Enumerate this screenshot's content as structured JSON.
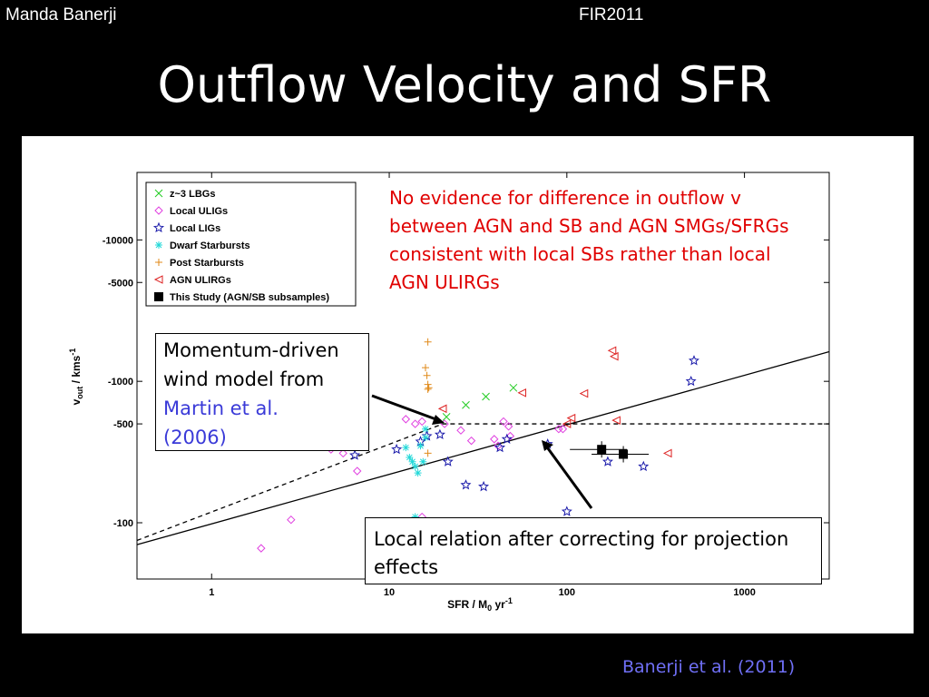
{
  "header": {
    "author": "Manda Banerji",
    "conference": "FIR2011"
  },
  "slide": {
    "title": "Outflow Velocity and SFR",
    "citation": "Banerji et al. (2011)",
    "note": "No evidence for difference in outflow v between AGN and SB and AGN SMGs/SFRGs consistent with local SBs rather than local AGN ULIRGs",
    "callout_momentum": {
      "line1": "Momentum-driven",
      "line2": "wind model from",
      "link": "Martin et al.",
      "year": "(2006)"
    },
    "callout_local": "Local relation after correcting for projection effects"
  },
  "chart_data": {
    "type": "scatter",
    "title": "",
    "xlabel": "SFR / M",
    "xlabel_sub": "0",
    "xlabel_unit": " yr",
    "xlabel_sup": "-1",
    "ylabel": "v",
    "ylabel_sub": "out",
    "ylabel_unit": " / kms",
    "ylabel_sup": "-1",
    "xscale": "log",
    "yscale": "log (plotted as -v)",
    "xlim": [
      0.38,
      3000
    ],
    "ylim": [
      -40,
      -30000
    ],
    "xticks": [
      1,
      10,
      100,
      1000
    ],
    "xtick_labels": [
      "1",
      "10",
      "100",
      "1000"
    ],
    "yticks": [
      -10000,
      -5000,
      -1000,
      -500,
      -100
    ],
    "ytick_labels": [
      "-10000",
      "-5000",
      "-1000",
      "-500",
      "-100"
    ],
    "legend_position": "top-left",
    "colors": {
      "lbg": "#22cc22",
      "uli": "#e040e0",
      "lig": "#1a1aaa",
      "dwarf": "#22d8d8",
      "post": "#e08a1a",
      "agn": "#dd2222",
      "study": "#000000"
    },
    "series": [
      {
        "name": "z~3 LBGs",
        "marker": "x",
        "color": "#22cc22",
        "points": [
          [
            21,
            -560
          ],
          [
            27,
            -680
          ],
          [
            35,
            -780
          ],
          [
            50,
            -900
          ]
        ]
      },
      {
        "name": "Local ULIGs",
        "marker": "diamond",
        "color": "#e040e0",
        "points": [
          [
            1.9,
            -66
          ],
          [
            2.8,
            -105
          ],
          [
            4.7,
            -330
          ],
          [
            5.5,
            -310
          ],
          [
            6.6,
            -232
          ],
          [
            12.4,
            -540
          ],
          [
            14,
            -500
          ],
          [
            15.3,
            -520
          ],
          [
            15.3,
            -110
          ],
          [
            20.5,
            -500
          ],
          [
            25.3,
            -450
          ],
          [
            29,
            -380
          ],
          [
            39,
            -390
          ],
          [
            41,
            -350
          ],
          [
            44,
            -520
          ],
          [
            47,
            -480
          ],
          [
            48,
            -410
          ],
          [
            90,
            -460
          ],
          [
            95,
            -460
          ]
        ]
      },
      {
        "name": "Local LIGs",
        "marker": "star",
        "color": "#1a1aaa",
        "points": [
          [
            6.4,
            -300
          ],
          [
            11,
            -330
          ],
          [
            15,
            -375
          ],
          [
            16.3,
            -410
          ],
          [
            19.3,
            -420
          ],
          [
            21.4,
            -270
          ],
          [
            27,
            -185
          ],
          [
            34,
            -180
          ],
          [
            42,
            -340
          ],
          [
            46,
            -390
          ],
          [
            78,
            -360
          ],
          [
            100,
            -120
          ],
          [
            170,
            -270
          ],
          [
            270,
            -250
          ],
          [
            500,
            -1000
          ],
          [
            520,
            -1400
          ]
        ]
      },
      {
        "name": "Dwarf Starbursts",
        "marker": "asterisk",
        "color": "#22d8d8",
        "points": [
          [
            12.4,
            -340
          ],
          [
            13,
            -290
          ],
          [
            13.5,
            -270
          ],
          [
            14,
            -250
          ],
          [
            14.5,
            -225
          ],
          [
            15,
            -350
          ],
          [
            15.5,
            -270
          ],
          [
            16,
            -460
          ],
          [
            16,
            -400
          ],
          [
            14,
            -110
          ]
        ]
      },
      {
        "name": "Post Starbursts",
        "marker": "plus",
        "color": "#e08a1a",
        "points": [
          [
            16.5,
            -1900
          ],
          [
            16,
            -1250
          ],
          [
            16.3,
            -1100
          ],
          [
            16.5,
            -950
          ],
          [
            16.7,
            -900
          ],
          [
            16.5,
            -880
          ],
          [
            16.5,
            -310
          ]
        ]
      },
      {
        "name": "AGN ULIRGs",
        "marker": "triangle-left",
        "color": "#dd2222",
        "points": [
          [
            20,
            -640
          ],
          [
            56,
            -830
          ],
          [
            100,
            -500
          ],
          [
            106,
            -550
          ],
          [
            125,
            -820
          ],
          [
            180,
            -1650
          ],
          [
            185,
            -1500
          ],
          [
            190,
            -530
          ],
          [
            370,
            -310
          ]
        ]
      },
      {
        "name": "This Study (AGN/SB subsamples)",
        "marker": "square",
        "color": "#000000",
        "points": [
          [
            157,
            -330
          ],
          [
            208,
            -305
          ]
        ]
      }
    ],
    "lines": [
      {
        "name": "momentum-driven wind model",
        "style": "dashed",
        "points": [
          [
            0.38,
            -75
          ],
          [
            20,
            -500
          ],
          [
            3000,
            -500
          ]
        ]
      },
      {
        "name": "local relation",
        "style": "solid",
        "points": [
          [
            0.38,
            -70
          ],
          [
            3000,
            -1620
          ]
        ]
      }
    ]
  }
}
